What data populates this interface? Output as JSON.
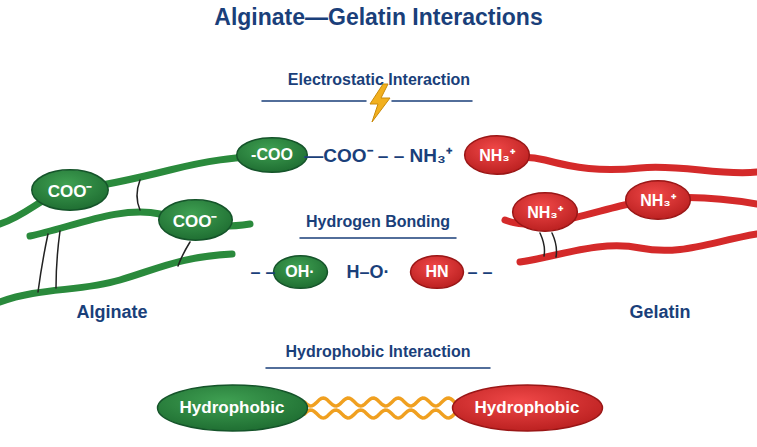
{
  "diagram": {
    "title": "Alginate—Gelatin Interactions",
    "nodes": [
      {
        "text": [
          "-COO"
        ]
      },
      {
        "text": [
          "NH₃⁺"
        ]
      },
      {
        "text": [
          "COO⁻"
        ]
      },
      {
        "text": [
          "NH₃⁺"
        ]
      },
      {
        "text": [
          "NH₃⁺"
        ]
      },
      {
        "text": [
          "COO⁻"
        ]
      },
      {
        "text": [
          "OH·"
        ]
      },
      {
        "text": [
          "HN"
        ]
      },
      {
        "text": [
          "Hydrophobic"
        ]
      },
      {
        "text": [
          "Hydrophobic"
        ]
      }
    ],
    "edges": [
      {
        "from": 8,
        "to": 9,
        "arrow": "none"
      }
    ],
    "labels": [
      "Electrostatic Interaction",
      "—COO⁻ – – NH₃⁺",
      "Hydrogen Bonding",
      "– –",
      "H–O·",
      "– –",
      "Alginate",
      "Gelatin",
      "Hydrophobic Interaction"
    ]
  }
}
